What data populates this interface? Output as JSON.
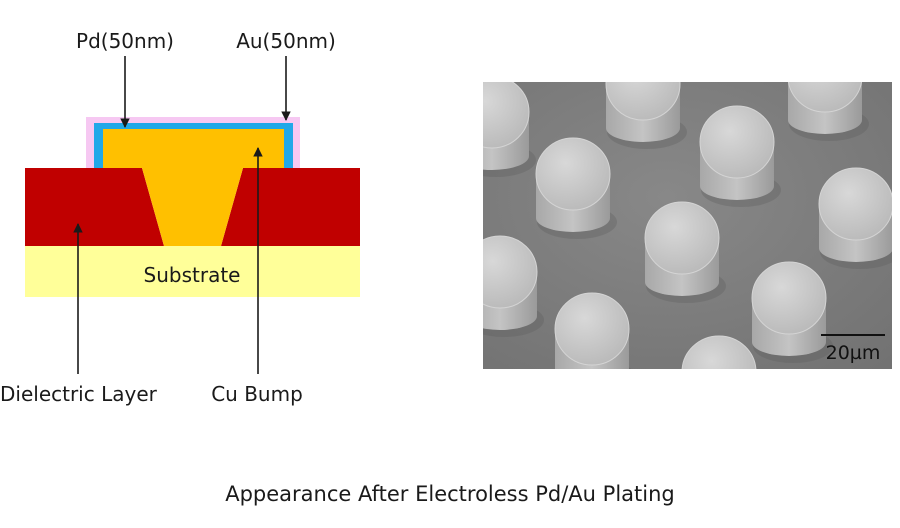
{
  "diagram": {
    "labels": {
      "pd": "Pd(50nm)",
      "au": "Au(50nm)",
      "substrate": "Substrate",
      "dielectric": "Dielectric Layer",
      "cu_bump": "Cu Bump"
    },
    "colors": {
      "au_layer": "#F6C8F2",
      "pd_layer": "#20A8E8",
      "cu_bump": "#FFC000",
      "dielectric": "#C00000",
      "substrate": "#FFFF99",
      "arrow": "#1a1a1a"
    }
  },
  "micrograph": {
    "scale_label": "20µm",
    "colors": {
      "background": "#7d7d7d",
      "bump_top": "#c9c9c9",
      "bump_side": "#b2b2b2"
    }
  },
  "caption": "Appearance After Electroless Pd/Au Plating"
}
